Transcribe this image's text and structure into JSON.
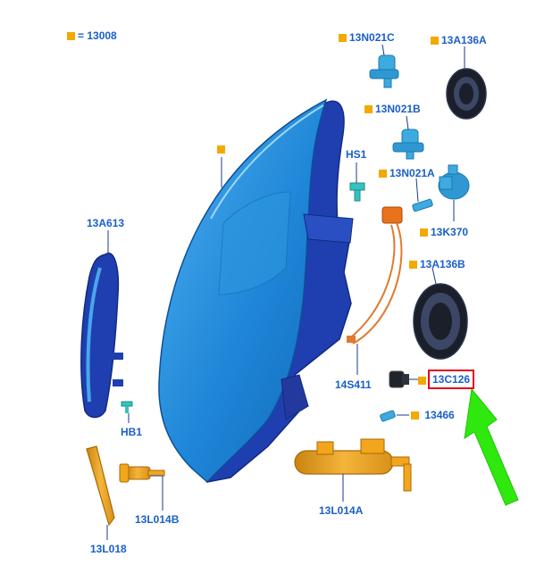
{
  "colors": {
    "marker": "#f2a900",
    "label": "#1a5fc8",
    "highlight_box": "#e3001b",
    "arrow": "#2ee80e",
    "housing_dark": "#1f3fb0",
    "lens": "#1e86d8",
    "bulb": "#3eaadf",
    "amber": "#f3a51c"
  },
  "legend": {
    "sign": "=",
    "code": "13008"
  },
  "parts": {
    "headlamp": {
      "code": ""
    },
    "p13N021C": {
      "code": "13N021C"
    },
    "p13A136A": {
      "code": "13A136A"
    },
    "p13N021B": {
      "code": "13N021B"
    },
    "pHS1": {
      "code": "HS1"
    },
    "p13N021A": {
      "code": "13N021A"
    },
    "p13K370": {
      "code": "13K370"
    },
    "p13A613": {
      "code": "13A613"
    },
    "p13A136B": {
      "code": "13A136B"
    },
    "p14S411": {
      "code": "14S411"
    },
    "p13C126": {
      "code": "13C126"
    },
    "p13466": {
      "code": "13466"
    },
    "pHB1": {
      "code": "HB1"
    },
    "p13L014B": {
      "code": "13L014B"
    },
    "p13L014A": {
      "code": "13L014A"
    },
    "p13L018": {
      "code": "13L018"
    }
  },
  "highlighted_part": "13C126"
}
